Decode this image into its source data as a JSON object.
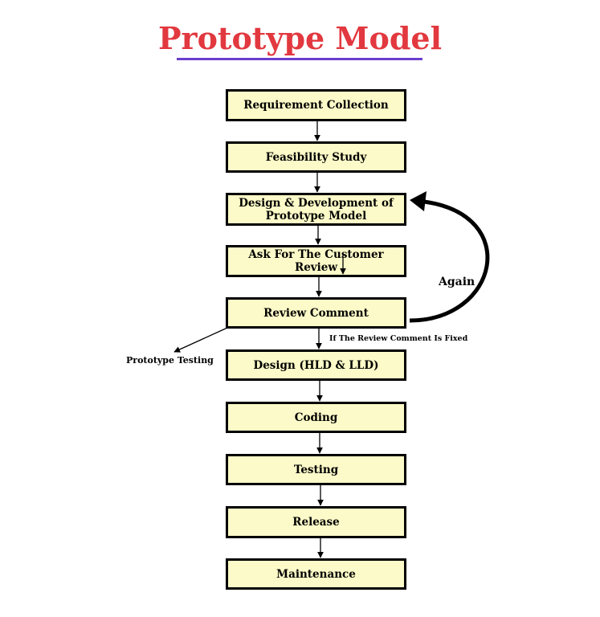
{
  "title": "Prototype Model",
  "colors": {
    "title": "#e2383f",
    "underline": "#6a3ecf",
    "box_fill": "#fcfac8",
    "stroke": "#000000"
  },
  "steps": [
    "Requirement Collection",
    "Feasibility Study",
    "Design & Development of Prototype Model",
    "Ask For The Customer Review",
    "Review Comment",
    "Design (HLD & LLD)",
    "Coding",
    "Testing",
    "Release",
    "Maintenance"
  ],
  "labels": {
    "again": "Again",
    "fixed": "If The Review Comment Is Fixed",
    "prototype_testing": "Prototype Testing"
  }
}
